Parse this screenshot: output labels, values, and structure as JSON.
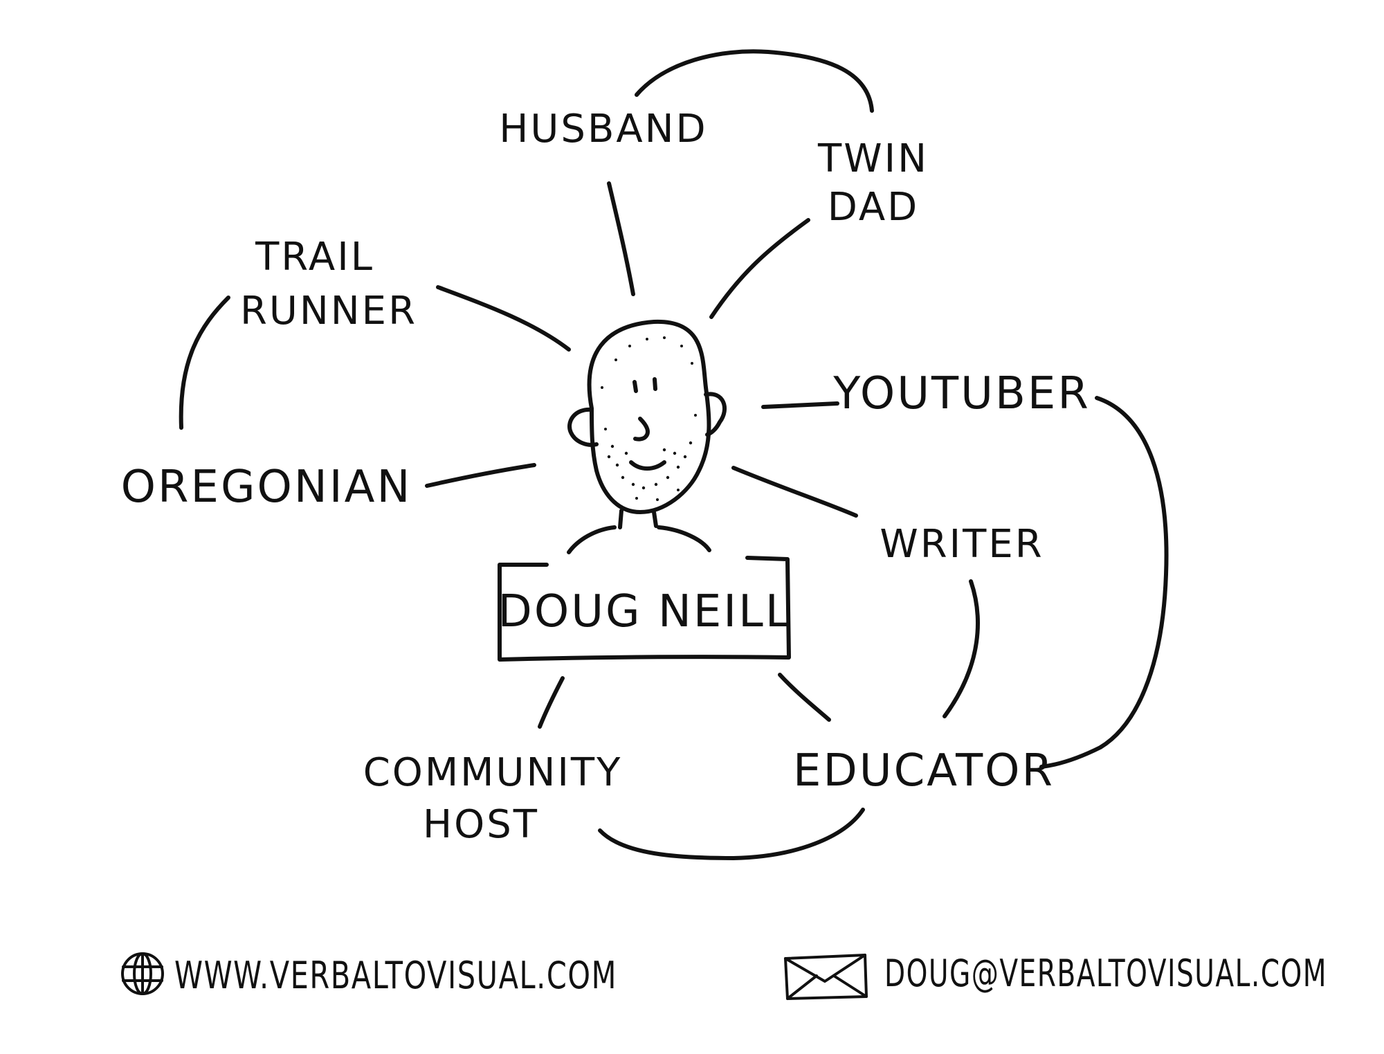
{
  "center": {
    "name": "DOUG NEILL"
  },
  "roles": {
    "husband": "HUSBAND",
    "twin_dad_line1": "TWIN",
    "twin_dad_line2": "DAD",
    "trail_runner_line1": "TRAIL",
    "trail_runner_line2": "RUNNER",
    "youtuber": "YOUTUBER",
    "oregonian": "OREGONIAN",
    "writer": "WRITER",
    "community_host_line1": "COMMUNITY",
    "community_host_line2": "HOST",
    "educator": "EDUCATOR"
  },
  "footer": {
    "website": "WWW.VERBALTOVISUAL.COM",
    "email": "DOUG@VERBALTOVISUAL.COM",
    "website_icon": "globe-icon",
    "email_icon": "envelope-icon"
  },
  "colors": {
    "ink": "#111111",
    "paper": "#ffffff"
  }
}
